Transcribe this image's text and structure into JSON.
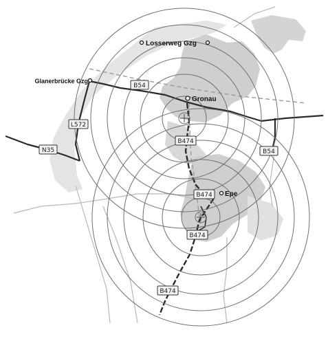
{
  "colors": {
    "background": "#ffffff",
    "urban_area": "#cfcfcf",
    "light_area": "#e6e6e6",
    "major_road": "#2a2a2a",
    "minor_road": "#b5b5b5",
    "rings": "#707070",
    "railway": "#9a9a9a",
    "shield_fill": "#f2f2f2",
    "shield_border": "#333333"
  },
  "places": [
    {
      "id": "losserweg",
      "label": "Losserweg Gzg"
    },
    {
      "id": "glanerbruecke",
      "label": "Glanerbrücke Gzg"
    },
    {
      "id": "gronau",
      "label": "Gronau"
    },
    {
      "id": "epe",
      "label": "Epe"
    }
  ],
  "road_shields": [
    {
      "id": "b54-west",
      "label": "B54"
    },
    {
      "id": "l572",
      "label": "L572"
    },
    {
      "id": "n35",
      "label": "N35"
    },
    {
      "id": "b474-north",
      "label": "B474"
    },
    {
      "id": "b54-east",
      "label": "B54"
    },
    {
      "id": "b474-epe",
      "label": "B474"
    },
    {
      "id": "b474-south",
      "label": "B474"
    },
    {
      "id": "b474-bottom",
      "label": "B474"
    }
  ],
  "range_centers": [
    {
      "id": "gronau-center",
      "ring_count": 7
    },
    {
      "id": "epe-center",
      "ring_count": 7
    }
  ],
  "icons": {
    "place_marker": "place-marker-icon",
    "range_center": "crosshair-icon"
  }
}
